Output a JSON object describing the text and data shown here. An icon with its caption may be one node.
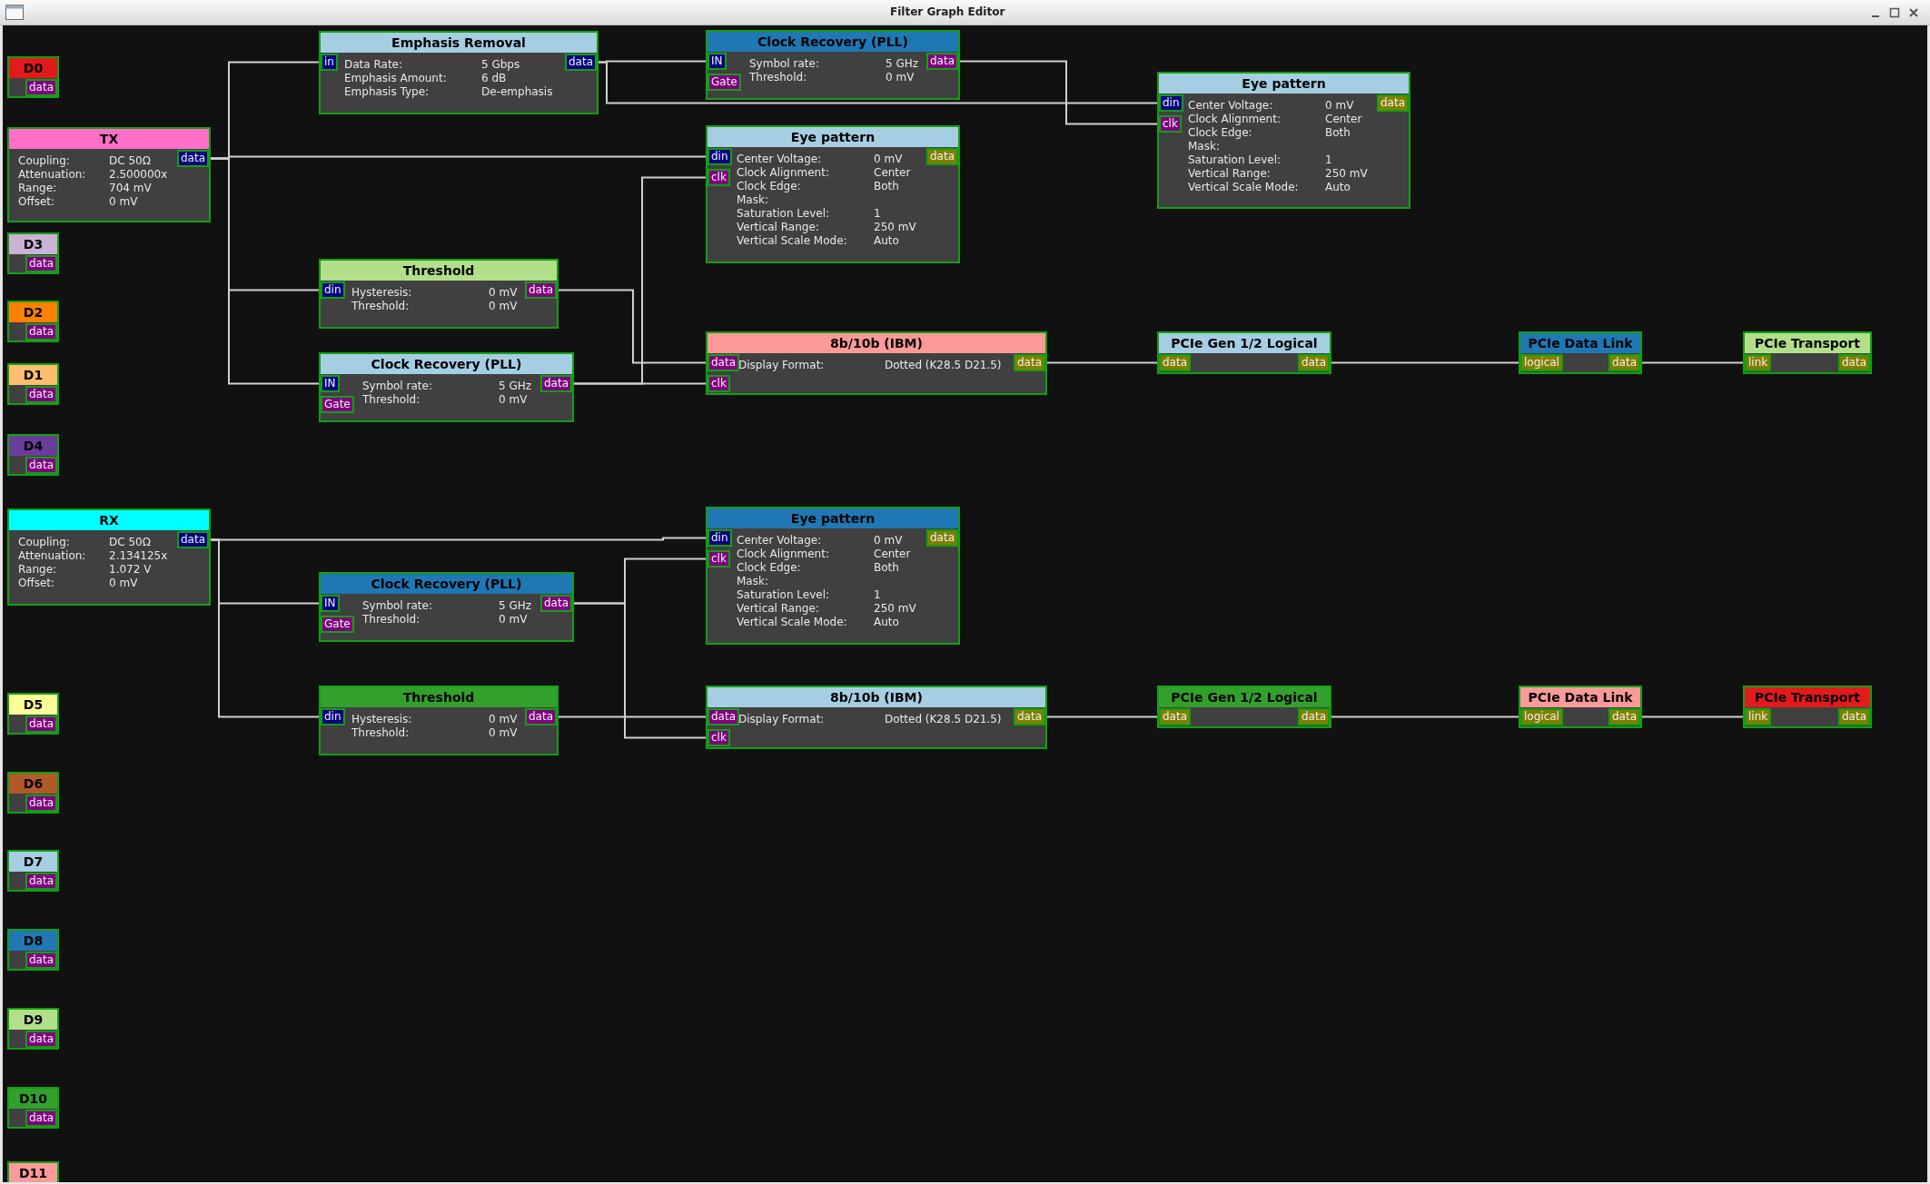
{
  "diagram": {
    "title": "Filter Graph Editor",
    "nodes": [
      {
        "text": [
          "D0"
        ]
      },
      {
        "text": [
          "data"
        ],
        "in": 0
      },
      {
        "text": [
          "Emphasis Removal",
          "Data Rate:",
          "5 Gbps",
          "Emphasis Amount:",
          "6 dB",
          "Emphasis Type:",
          "De-emphasis"
        ]
      },
      {
        "text": [
          "in"
        ],
        "in": 2
      },
      {
        "text": [
          "data"
        ],
        "in": 2
      },
      {
        "text": [
          "Clock Recovery (PLL)",
          "Symbol rate:",
          "5 GHz",
          "Threshold:",
          "0 mV"
        ]
      },
      {
        "text": [
          "IN"
        ],
        "in": 5
      },
      {
        "text": [
          "Gate"
        ],
        "in": 5
      },
      {
        "text": [
          "data"
        ],
        "in": 5
      },
      {
        "text": [
          "Eye pattern",
          "Center Voltage:",
          "0 mV",
          "Clock Alignment:",
          "Center",
          "Clock Edge:",
          "Both",
          "Mask:",
          "Saturation Level:",
          "1",
          "Vertical Range:",
          "250 mV",
          "Vertical Scale Mode:",
          "Auto"
        ]
      },
      {
        "text": [
          "din"
        ],
        "in": 9
      },
      {
        "text": [
          "clk"
        ],
        "in": 9
      },
      {
        "text": [
          "data"
        ],
        "in": 9
      },
      {
        "text": [
          "TX",
          "Coupling:",
          "DC 50Ω",
          "Attenuation:",
          "2.500000x",
          "Range:",
          "704 mV",
          "Offset:",
          "0 mV"
        ]
      },
      {
        "text": [
          "data"
        ],
        "in": 13
      },
      {
        "text": [
          "Eye pattern",
          "Center Voltage:",
          "0 mV",
          "Clock Alignment:",
          "Center",
          "Clock Edge:",
          "Both",
          "Mask:",
          "Saturation Level:",
          "1",
          "Vertical Range:",
          "250 mV",
          "Vertical Scale Mode:",
          "Auto"
        ]
      },
      {
        "text": [
          "din"
        ],
        "in": 15
      },
      {
        "text": [
          "clk"
        ],
        "in": 15
      },
      {
        "text": [
          "data"
        ],
        "in": 15
      },
      {
        "text": [
          "D3"
        ]
      },
      {
        "text": [
          "data"
        ],
        "in": 19
      },
      {
        "text": [
          "Threshold",
          "Hysteresis:",
          "0 mV",
          "Threshold:",
          "0 mV"
        ]
      },
      {
        "text": [
          "din"
        ],
        "in": 21
      },
      {
        "text": [
          "data"
        ],
        "in": 21
      },
      {
        "text": [
          "D2"
        ]
      },
      {
        "text": [
          "data"
        ],
        "in": 24
      },
      {
        "text": [
          "8b/10b (IBM)",
          "Display Format:",
          "Dotted (K28.5 D21.5)"
        ]
      },
      {
        "text": [
          "data"
        ],
        "in": 26
      },
      {
        "text": [
          "clk"
        ],
        "in": 26
      },
      {
        "text": [
          "data"
        ],
        "in": 26
      },
      {
        "text": [
          "PCIe Gen 1/2 Logical"
        ]
      },
      {
        "text": [
          "data"
        ],
        "in": 30
      },
      {
        "text": [
          "data"
        ],
        "in": 30
      },
      {
        "text": [
          "PCIe Data Link"
        ]
      },
      {
        "text": [
          "logical"
        ],
        "in": 33
      },
      {
        "text": [
          "data"
        ],
        "in": 33
      },
      {
        "text": [
          "PCIe Transport"
        ]
      },
      {
        "text": [
          "link"
        ],
        "in": 36
      },
      {
        "text": [
          "data"
        ],
        "in": 36
      },
      {
        "text": [
          "D1"
        ]
      },
      {
        "text": [
          "data"
        ],
        "in": 39
      },
      {
        "text": [
          "Clock Recovery (PLL)",
          "Symbol rate:",
          "5 GHz",
          "Threshold:",
          "0 mV"
        ]
      },
      {
        "text": [
          "IN"
        ],
        "in": 41
      },
      {
        "text": [
          "Gate"
        ],
        "in": 41
      },
      {
        "text": [
          "data"
        ],
        "in": 41
      },
      {
        "text": [
          "D4"
        ]
      },
      {
        "text": [
          "data"
        ],
        "in": 45
      },
      {
        "text": [
          "Eye pattern",
          "Center Voltage:",
          "0 mV",
          "Clock Alignment:",
          "Center",
          "Clock Edge:",
          "Both",
          "Mask:",
          "Saturation Level:",
          "1",
          "Vertical Range:",
          "250 mV",
          "Vertical Scale Mode:",
          "Auto"
        ]
      },
      {
        "text": [
          "din"
        ],
        "in": 47
      },
      {
        "text": [
          "clk"
        ],
        "in": 47
      },
      {
        "text": [
          "data"
        ],
        "in": 47
      },
      {
        "text": [
          "RX",
          "Coupling:",
          "DC 50Ω",
          "Attenuation:",
          "2.134125x",
          "Range:",
          "1.072 V",
          "Offset:",
          "0 mV"
        ]
      },
      {
        "text": [
          "data"
        ],
        "in": 51
      },
      {
        "text": [
          "Clock Recovery (PLL)",
          "Symbol rate:",
          "5 GHz",
          "Threshold:",
          "0 mV"
        ]
      },
      {
        "text": [
          "IN"
        ],
        "in": 53
      },
      {
        "text": [
          "Gate"
        ],
        "in": 53
      },
      {
        "text": [
          "data"
        ],
        "in": 53
      },
      {
        "text": [
          "Threshold",
          "Hysteresis:",
          "0 mV",
          "Threshold:",
          "0 mV"
        ]
      },
      {
        "text": [
          "din"
        ],
        "in": 57
      },
      {
        "text": [
          "data"
        ],
        "in": 57
      },
      {
        "text": [
          "8b/10b (IBM)",
          "Display Format:",
          "Dotted (K28.5 D21.5)"
        ]
      },
      {
        "text": [
          "data"
        ],
        "in": 60
      },
      {
        "text": [
          "clk"
        ],
        "in": 60
      },
      {
        "text": [
          "data"
        ],
        "in": 60
      },
      {
        "text": [
          "PCIe Gen 1/2 Logical"
        ]
      },
      {
        "text": [
          "data"
        ],
        "in": 64
      },
      {
        "text": [
          "data"
        ],
        "in": 64
      },
      {
        "text": [
          "PCIe Data Link"
        ]
      },
      {
        "text": [
          "logical"
        ],
        "in": 67
      },
      {
        "text": [
          "data"
        ],
        "in": 67
      },
      {
        "text": [
          "PCIe Transport"
        ]
      },
      {
        "text": [
          "link"
        ],
        "in": 70
      },
      {
        "text": [
          "data"
        ],
        "in": 70
      },
      {
        "text": [
          "D5"
        ]
      },
      {
        "text": [
          "data"
        ],
        "in": 73
      },
      {
        "text": [
          "D6"
        ]
      },
      {
        "text": [
          "data"
        ],
        "in": 75
      },
      {
        "text": [
          "D7"
        ]
      },
      {
        "text": [
          "data"
        ],
        "in": 77
      },
      {
        "text": [
          "D8"
        ]
      },
      {
        "text": [
          "data"
        ],
        "in": 79
      },
      {
        "text": [
          "D9"
        ]
      },
      {
        "text": [
          "data"
        ],
        "in": 81
      },
      {
        "text": [
          "D10"
        ]
      },
      {
        "text": [
          "data"
        ],
        "in": 83
      },
      {
        "text": [
          "D11"
        ]
      }
    ],
    "edges": [
      {
        "from": 14,
        "to": 3,
        "arrow": "none"
      },
      {
        "from": 14,
        "to": 16,
        "arrow": "none"
      },
      {
        "from": 14,
        "to": 22,
        "arrow": "none"
      },
      {
        "from": 14,
        "to": 42,
        "arrow": "none"
      },
      {
        "from": 4,
        "to": 6,
        "arrow": "none"
      },
      {
        "from": 4,
        "to": 10,
        "arrow": "none"
      },
      {
        "from": 8,
        "to": 11,
        "arrow": "none"
      },
      {
        "from": 23,
        "to": 27,
        "arrow": "none"
      },
      {
        "from": 44,
        "to": 28,
        "arrow": "none"
      },
      {
        "from": 44,
        "to": 17,
        "arrow": "none"
      },
      {
        "from": 29,
        "to": 31,
        "arrow": "none"
      },
      {
        "from": 32,
        "to": 34,
        "arrow": "none"
      },
      {
        "from": 35,
        "to": 37,
        "arrow": "none"
      },
      {
        "from": 52,
        "to": 48,
        "arrow": "none"
      },
      {
        "from": 52,
        "to": 54,
        "arrow": "none"
      },
      {
        "from": 52,
        "to": 58,
        "arrow": "none"
      },
      {
        "from": 56,
        "to": 49,
        "arrow": "none"
      },
      {
        "from": 56,
        "to": 62,
        "arrow": "none"
      },
      {
        "from": 59,
        "to": 61,
        "arrow": "none"
      },
      {
        "from": 63,
        "to": 65,
        "arrow": "none"
      },
      {
        "from": 66,
        "to": 68,
        "arrow": "none"
      },
      {
        "from": 69,
        "to": 71,
        "arrow": "none"
      }
    ]
  }
}
